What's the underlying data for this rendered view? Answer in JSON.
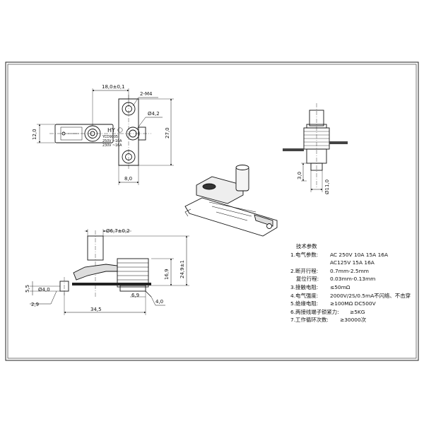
{
  "top_view": {
    "width_dim": "18,0±0,1",
    "thread": "2-M4",
    "hole": "Ø4,2",
    "height_left": "12,0",
    "height_right": "27,0",
    "bottom_dim": "8,0",
    "brand": "HY",
    "model": "YCD9005",
    "rating1": "250V ~10A",
    "rating2": "230V ~16A"
  },
  "side_view": {
    "diameter": "Ø11,0",
    "height": "3,0"
  },
  "front_view": {
    "knob_dia": "Ø6,7±0,2",
    "pin_dia": "Ø4,0",
    "pin_offset": "5,5",
    "pin_small": "2,9",
    "length": "34,5",
    "gap": "6,9",
    "thickness": "4,0",
    "height_inner": "16,9",
    "height_total": "24,9±1"
  },
  "specs": {
    "title": "技术参数",
    "items": [
      {
        "label": "1.电气参数:",
        "value": "AC 250V 10A 15A 16A",
        "sub": "AC125V 15A 16A"
      },
      {
        "label": "2.断开行程:",
        "value": "0.7mm-2.5mm"
      },
      {
        "label": "复位行程:",
        "value": "0.03mm-0.13mm",
        "indent": true
      },
      {
        "label": "3.接触电阻:",
        "value": "≤50mΩ"
      },
      {
        "label": "4.电气强度:",
        "value": "2000V/2S/0.5mA不闪络、不击穿"
      },
      {
        "label": "5.绝缘电阻:",
        "value": "≥100MΩ DC500V"
      },
      {
        "label": "6.两接线端子锁紧力:",
        "value": "≥5KG"
      },
      {
        "label": "7.工作循环次数:",
        "value": "≥30000次"
      }
    ]
  }
}
